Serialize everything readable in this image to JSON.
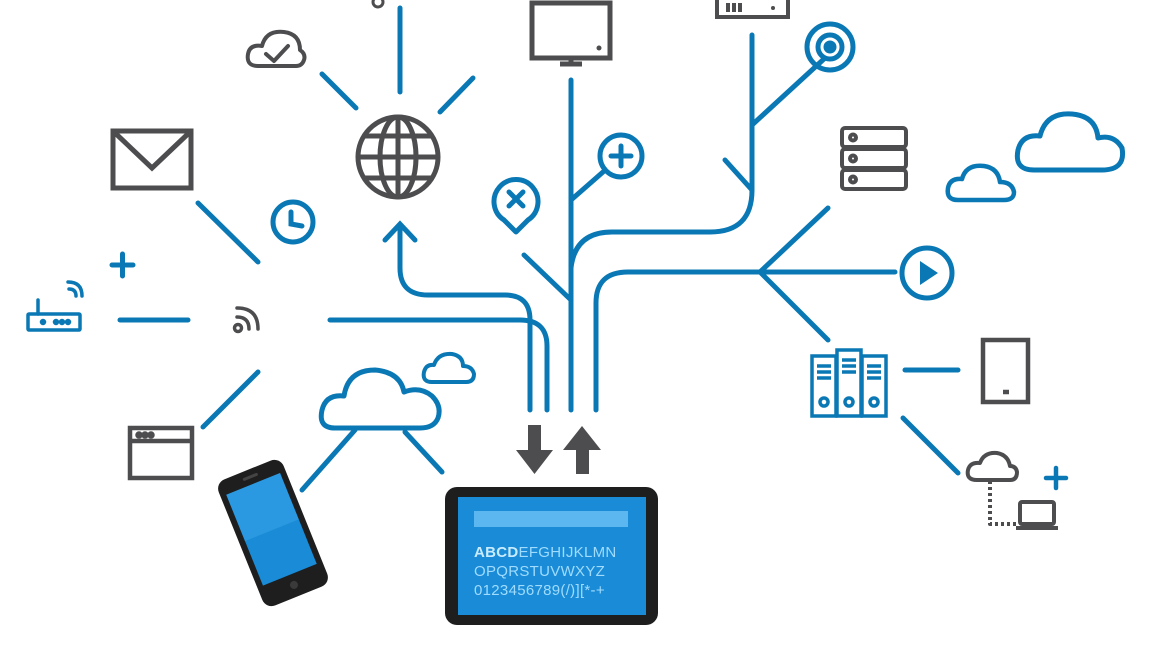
{
  "colors": {
    "blue": "#0a78b4",
    "gray": "#4d4d4f",
    "screen_blue": "#1a8bd6",
    "screen_text": "#9fdcff",
    "device_dark": "#1e1e1e",
    "white": "#ffffff"
  },
  "tablet": {
    "line1_bold": "ABCD",
    "line1_rest": "EFGHIJKLMN",
    "line2": "OPQRSTUVWXYZ",
    "line3": "0123456789(/)][*-+"
  },
  "icons": [
    "cloud-check-icon",
    "globe-icon",
    "monitor-icon",
    "router-box-icon",
    "target-icon",
    "mail-icon",
    "clock-icon",
    "plus-icon",
    "router-icon",
    "wifi-icon",
    "browser-window-icon",
    "cloud-icon",
    "smartphone-icon",
    "tablet-icon",
    "arrow-down-icon",
    "arrow-up-icon",
    "close-pin-icon",
    "plus-pin-icon",
    "server-stack-icon",
    "play-icon",
    "server-rack-icon",
    "tablet-device-icon",
    "cloud-laptop-icon"
  ]
}
